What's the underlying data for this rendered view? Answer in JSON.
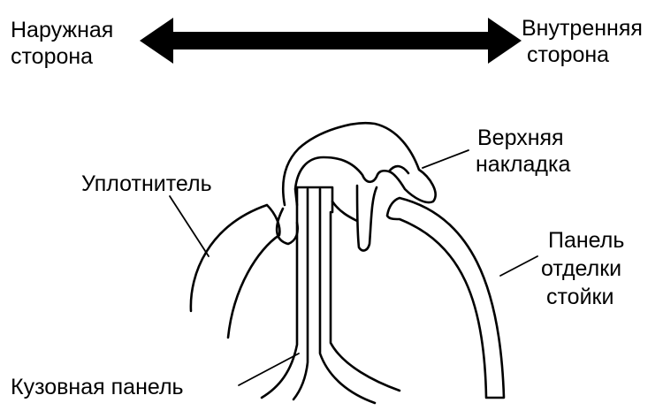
{
  "labels": {
    "outer_side_line1": "Наружная",
    "outer_side_line2": "сторона",
    "inner_side_line1": "Внутренняя",
    "inner_side_line2": "сторона",
    "upper_trim_line1": "Верхняя",
    "upper_trim_line2": "накладка",
    "seal": "Уплотнитель",
    "pillar_trim_line1": "Панель",
    "pillar_trim_line2": "отделки",
    "pillar_trim_line3": "стойки",
    "body_panel": "Кузовная панель"
  },
  "colors": {
    "ink": "#000000",
    "background": "#ffffff"
  }
}
